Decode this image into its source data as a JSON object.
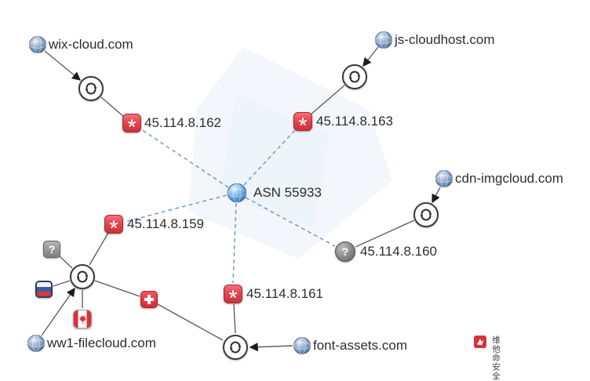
{
  "colors": {
    "edge_solid": "#5f5f5f",
    "edge_dashed": "#5d8fd0",
    "badge_red": "#e04850",
    "badge_gray": "#8e8e8e",
    "swiss_red": "#d22b34",
    "brand_red": "#dd3038"
  },
  "icons": {
    "question_glyph": "?"
  },
  "graph": {
    "asn_label": "ASN 55933",
    "domains": {
      "wix": "wix-cloud.com",
      "js": "js-cloudhost.com",
      "cdn": "cdn-imgcloud.com",
      "ww1": "ww1-filecloud.com",
      "font": "font-assets.com"
    },
    "ips": {
      "ip162": "45.114.8.162",
      "ip163": "45.114.8.163",
      "ip159": "45.114.8.159",
      "ip160": "45.114.8.160",
      "ip161": "45.114.8.161"
    }
  },
  "watermark": {
    "brand": "维他命安全"
  }
}
